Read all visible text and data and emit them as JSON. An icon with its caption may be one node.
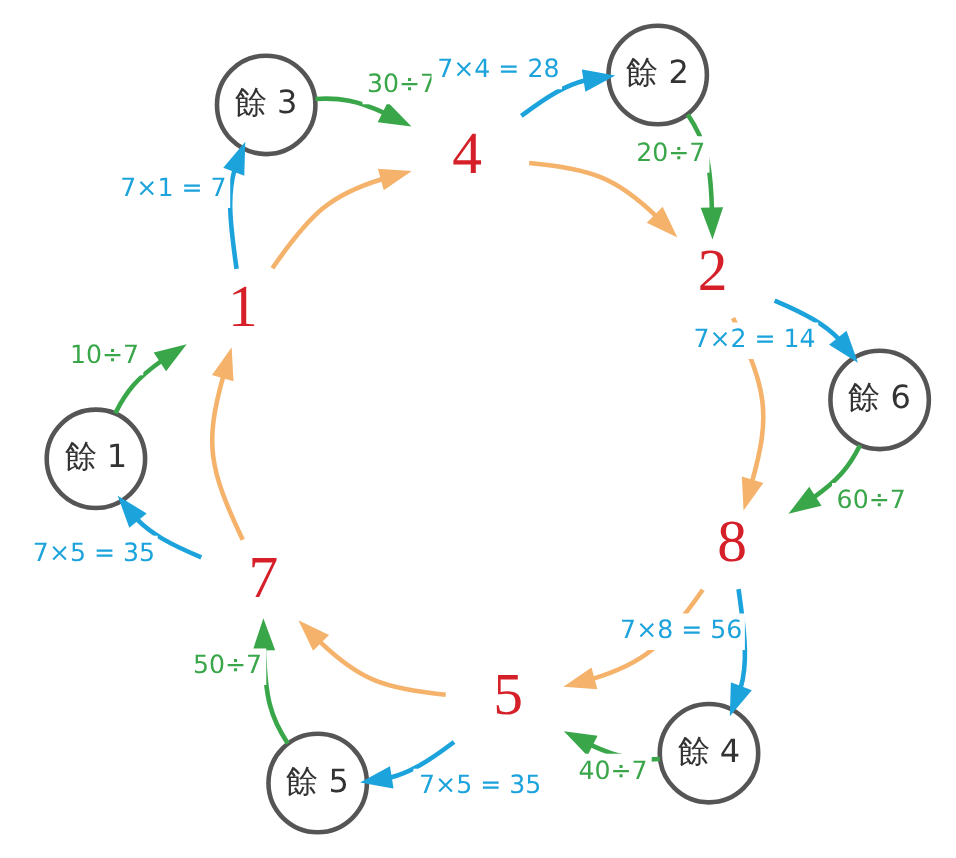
{
  "diagram": {
    "nodes": [
      {
        "text": [
          "餘 1"
        ]
      },
      {
        "text": [
          "餘 3"
        ]
      },
      {
        "text": [
          "1"
        ]
      },
      {
        "text": [
          "7"
        ]
      },
      {
        "text": [
          "4"
        ]
      },
      {
        "text": [
          "餘 5"
        ]
      },
      {
        "text": [
          "餘 2"
        ]
      },
      {
        "text": [
          "5"
        ]
      },
      {
        "text": [
          "2"
        ]
      },
      {
        "text": [
          "8"
        ]
      },
      {
        "text": [
          "餘 4"
        ]
      },
      {
        "text": [
          "餘 6"
        ]
      }
    ],
    "edges": [
      {
        "from": 0,
        "to": 2,
        "arrow": "to",
        "label": "10÷7",
        "color": "#3aa64a"
      },
      {
        "from": 2,
        "to": 1,
        "arrow": "to",
        "label": "7×1 = 7",
        "color": "#1ca3dc"
      },
      {
        "from": 1,
        "to": 4,
        "arrow": "to",
        "label": "30÷7",
        "color": "#3aa64a"
      },
      {
        "from": 4,
        "to": 6,
        "arrow": "to",
        "label": "7×4 = 28",
        "color": "#1ca3dc"
      },
      {
        "from": 6,
        "to": 8,
        "arrow": "to",
        "label": "20÷7",
        "color": "#3aa64a"
      },
      {
        "from": 8,
        "to": 11,
        "arrow": "to",
        "label": "7×2 = 14",
        "color": "#1ca3dc"
      },
      {
        "from": 11,
        "to": 9,
        "arrow": "to",
        "label": "60÷7",
        "color": "#3aa64a"
      },
      {
        "from": 9,
        "to": 10,
        "arrow": "to",
        "label": "7×8 = 56",
        "color": "#1ca3dc"
      },
      {
        "from": 10,
        "to": 7,
        "arrow": "to",
        "label": "40÷7",
        "color": "#3aa64a"
      },
      {
        "from": 7,
        "to": 5,
        "arrow": "to",
        "label": "7×5 = 35",
        "color": "#1ca3dc"
      },
      {
        "from": 5,
        "to": 3,
        "arrow": "to",
        "label": "50÷7",
        "color": "#3aa64a"
      },
      {
        "from": 3,
        "to": 0,
        "arrow": "to",
        "label": "7×5 = 35",
        "color": "#1ca3dc"
      },
      {
        "from": 2,
        "to": 4,
        "arrow": "to",
        "color": "#f5b26b"
      },
      {
        "from": 4,
        "to": 8,
        "arrow": "to",
        "color": "#f5b26b"
      },
      {
        "from": 8,
        "to": 9,
        "arrow": "to",
        "color": "#f5b26b"
      },
      {
        "from": 9,
        "to": 7,
        "arrow": "to",
        "color": "#f5b26b"
      },
      {
        "from": 7,
        "to": 3,
        "arrow": "to",
        "color": "#f5b26b"
      },
      {
        "from": 3,
        "to": 2,
        "arrow": "to",
        "color": "#f5b26b"
      }
    ]
  }
}
